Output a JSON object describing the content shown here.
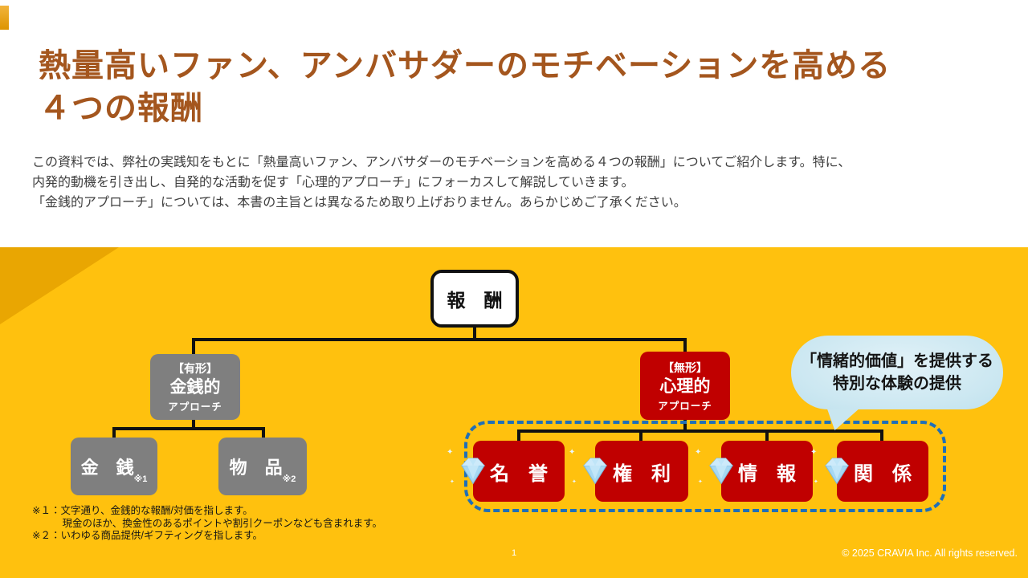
{
  "slide": {
    "title": "熱量高いファン、アンバサダーのモチベーションを高める\n４つの報酬",
    "intro": "この資料では、弊社の実践知をもとに「熱量高いファン、アンバサダーのモチベーションを高める４つの報酬」についてご紹介します。特に、\n内発的動機を引き出し、自発的な活動を促す「心理的アプローチ」にフォーカスして解説していきます。\n「金銭的アプローチ」については、本書の主旨とは異なるため取り上げおりません。あらかじめご了承ください。"
  },
  "diagram": {
    "root": {
      "label": "報　酬"
    },
    "tangible": {
      "tag": "【有形】",
      "label": "金銭的",
      "sub": "アプローチ"
    },
    "intangible": {
      "tag": "【無形】",
      "label": "心理的",
      "sub": "アプローチ"
    },
    "tangible_children": [
      {
        "label": "金　銭",
        "ref": "※1"
      },
      {
        "label": "物　品",
        "ref": "※2"
      }
    ],
    "intangible_children": [
      {
        "label": "名　誉",
        "icon": "diamond-gem-icon"
      },
      {
        "label": "権　利",
        "icon": "diamond-gem-icon"
      },
      {
        "label": "情　報",
        "icon": "diamond-gem-icon"
      },
      {
        "label": "関　係",
        "icon": "diamond-gem-icon"
      }
    ],
    "bubble": "「情緒的価値」を提供する\n特別な体験の提供"
  },
  "footnotes": "※１：文字通り、金銭的な報酬/対価を指します。\n　　　現金のほか、換金性のあるポイントや割引クーポンなども含まれます。\n※２：いわゆる商品提供/ギフティングを指します。",
  "footer": {
    "page": "1",
    "copyright": "© 2025 CRAVIA Inc. All rights reserved."
  },
  "colors": {
    "title_brown": "#A4561E",
    "yellow_background": "#FFC10E",
    "corner_shade_orange": "#E9A602",
    "box_gray": "#7F7F7F",
    "box_red": "#C00000",
    "dashed_frame_blue": "#1F6FB8",
    "bubble_light_blue": "#CBE7F1",
    "connector_black": "#111111"
  }
}
